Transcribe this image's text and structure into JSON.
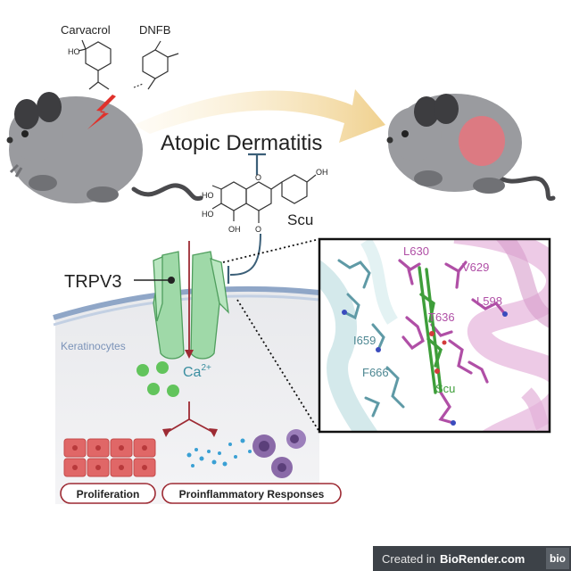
{
  "labels": {
    "carvacrol": "Carvacrol",
    "dnfb": "DNFB",
    "disease": "Atopic Dermatitis",
    "compound": "Scu",
    "channel": "TRPV3",
    "cell": "Keratinocytes",
    "ion": "Ca",
    "ion_charge": "2+",
    "outcome_left": "Proliferation",
    "outcome_right": "Proinflammatory Responses"
  },
  "scu_atoms": {
    "ho1": "HO",
    "ho2": "HO",
    "oh_bottom": "OH",
    "o_ring": "O",
    "o_keto": "O",
    "oh_right": "OH"
  },
  "carvacrol_atoms": {
    "ho": "HO"
  },
  "residues": {
    "r1": "L630",
    "r2": "V629",
    "r3": "L598",
    "r4": "T636",
    "r5": "I659",
    "r6": "F666",
    "ligand": "Scu"
  },
  "badge": {
    "prefix": "Created in",
    "brand": "BioRender.com",
    "logo": "bio"
  },
  "colors": {
    "mouse": "#9a9b9f",
    "arrow": "#f2d9a0",
    "inflamed": "#e8747c",
    "channel": "#9fd9a8",
    "calcium": "#62c45c",
    "pathway": "#9d2a33",
    "residue_magenta": "#b04fa6",
    "residue_teal": "#5f9aa6",
    "ligand_green": "#3e9e3a"
  }
}
